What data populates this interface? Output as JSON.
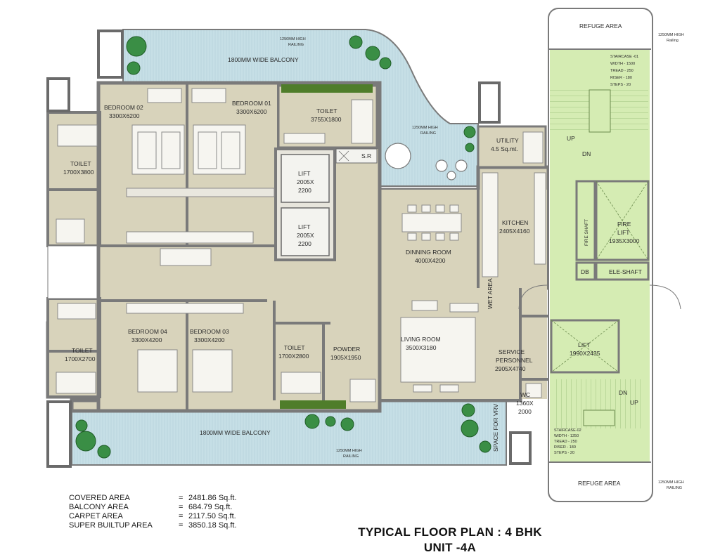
{
  "rooms": {
    "bedroom02": {
      "name": "BEDROOM 02",
      "size": "3300X6200"
    },
    "bedroom01": {
      "name": "BEDROOM 01",
      "size": "3300X6200"
    },
    "toilet_top": {
      "name": "TOILET",
      "size": "3755X1800"
    },
    "toilet_left_top": {
      "name": "TOILET",
      "size": "1700X3800"
    },
    "lift_a": {
      "name": "LIFT",
      "size1": "2005X",
      "size2": "2200"
    },
    "lift_b": {
      "name": "LIFT",
      "size1": "2005X",
      "size2": "2200"
    },
    "sr": "S.R",
    "utility": {
      "name": "UTILITY",
      "size": "4.5 Sq.mt."
    },
    "kitchen": {
      "name": "KITCHEN",
      "size": "2405X4160"
    },
    "dining": {
      "name": "DINNING ROOM",
      "size": "4000X4200"
    },
    "wet_area": "WET AREA",
    "bedroom04": {
      "name": "BEDROOM 04",
      "size": "3300X4200"
    },
    "bedroom03": {
      "name": "BEDROOM 03",
      "size": "3300X4200"
    },
    "toilet_left_bottom": {
      "name": "TOILET",
      "size": "1700X2700"
    },
    "toilet_mid": {
      "name": "TOILET",
      "size": "1700X2800"
    },
    "powder": {
      "name": "POWDER",
      "size": "1905X1950"
    },
    "living": {
      "name": "LIVING ROOM",
      "size": "3500X3180"
    },
    "service": {
      "name1": "SERVICE",
      "name2": "PERSONNEL",
      "size": "2905X4740"
    },
    "wc": {
      "name": "WC",
      "size1": "1360X",
      "size2": "2000"
    },
    "space_vrv": "SPACE FOR VRV",
    "balcony_top": "1800MM WIDE BALCONY",
    "balcony_bottom": "1800MM WIDE BALCONY",
    "railing_top": {
      "l1": "1250MM HIGH",
      "l2": "RAILING"
    },
    "railing_mid": {
      "l1": "1250MM HIGH",
      "l2": "RAILING"
    },
    "railing_bottom": {
      "l1": "1250MM HIGH",
      "l2": "RAILING"
    }
  },
  "core": {
    "refuge_top": "REFUGE AREA",
    "refuge_bottom": "REFUGE AREA",
    "railing_right_top": {
      "l1": "1250MM HIGH",
      "l2": "Railing"
    },
    "railing_right_bottom": {
      "l1": "1250MM HIGH",
      "l2": "RAILING"
    },
    "staircase1": [
      "STAIRCASE -01",
      "WIDTH - 1500",
      "TREAD - 250",
      "RISER - 180",
      "STEPS - 20"
    ],
    "staircase2": [
      "STAIRCASE-02",
      "WIDTH - 1250",
      "TREAD - 250",
      "RISER - 180",
      "STEPS - 20"
    ],
    "up": "UP",
    "dn": "DN",
    "fire_shaft": "FIRE SHAFT",
    "fire_lift": {
      "l1": "FIRE",
      "l2": "LIFT",
      "size": "1935X3000"
    },
    "db": "DB",
    "ele_shaft": "ELE-SHAFT",
    "core_lift": {
      "name": "LIFT",
      "size": "1990X2435"
    }
  },
  "areas": [
    {
      "label": "COVERED AREA",
      "eq": "=",
      "value": "2481.86 Sq.ft."
    },
    {
      "label": "BALCONY AREA",
      "eq": "=",
      "value": "684.79 Sq.ft."
    },
    {
      "label": "CARPET AREA",
      "eq": "=",
      "value": "2117.50 Sq.ft."
    },
    {
      "label": "SUPER BUILTUP AREA",
      "eq": "=",
      "value": "3850.18 Sq.ft."
    }
  ],
  "title": {
    "line1": "TYPICAL FLOOR PLAN : 4 BHK",
    "line2": "UNIT -4A"
  },
  "colors": {
    "floor": "#d8d3bb",
    "balcony": "#c3dde4",
    "wall": "#7a7a7a",
    "core": "#d5ecb3",
    "tree": "#2e8b3e"
  }
}
